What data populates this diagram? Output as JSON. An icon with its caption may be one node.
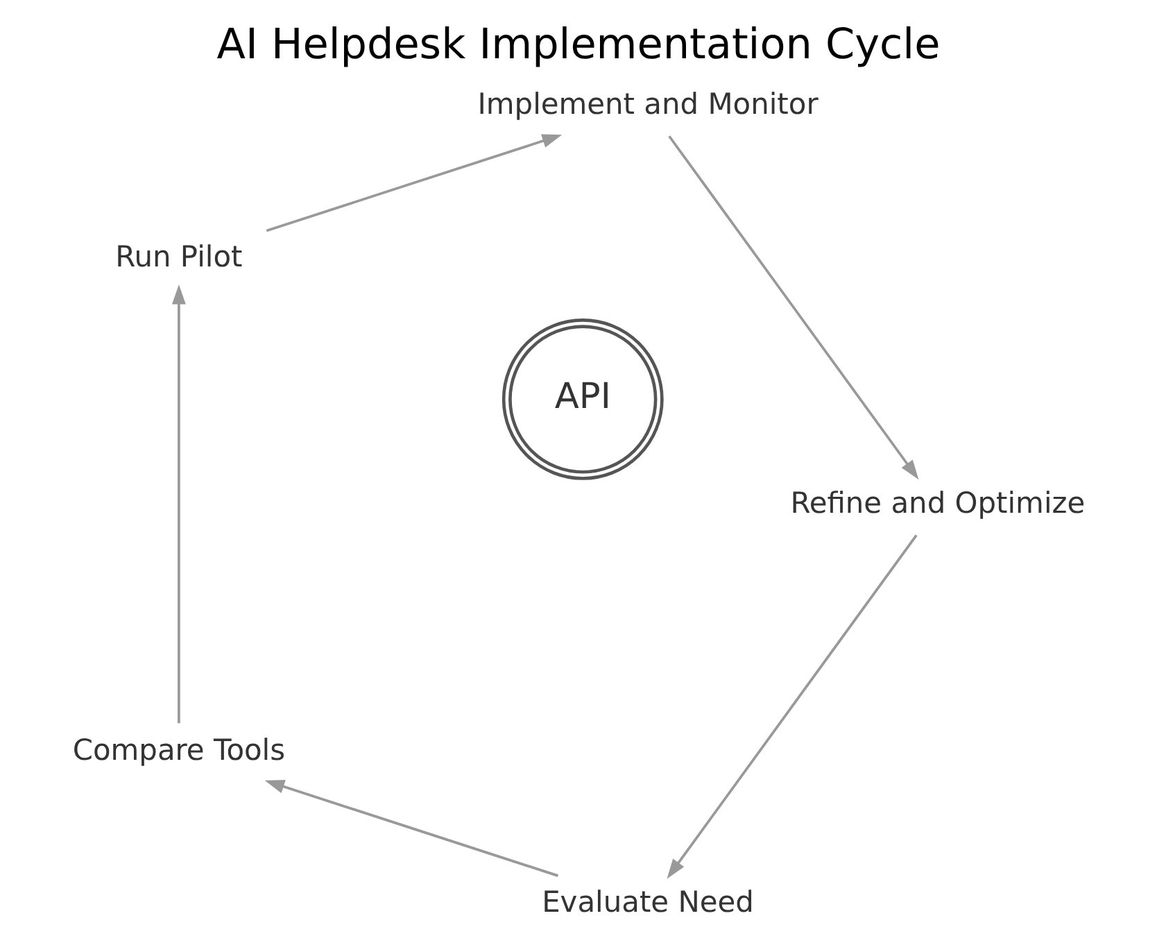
{
  "diagram": {
    "title": "AI Helpdesk Implementation Cycle",
    "nodes": [
      {
        "text": [
          "Evaluate Need"
        ]
      },
      {
        "text": [
          "Compare Tools"
        ]
      },
      {
        "text": [
          "Run Pilot"
        ]
      },
      {
        "text": [
          "Implement and Monitor"
        ]
      },
      {
        "text": [
          "Refine and Optimize"
        ]
      },
      {
        "text": [
          "API"
        ]
      }
    ],
    "edges": [
      {
        "from": 0,
        "to": 1,
        "arrow": "to"
      },
      {
        "from": 1,
        "to": 2,
        "arrow": "to"
      },
      {
        "from": 2,
        "to": 3,
        "arrow": "to"
      },
      {
        "from": 3,
        "to": 4,
        "arrow": "to"
      },
      {
        "from": 4,
        "to": 0,
        "arrow": "to"
      }
    ]
  }
}
